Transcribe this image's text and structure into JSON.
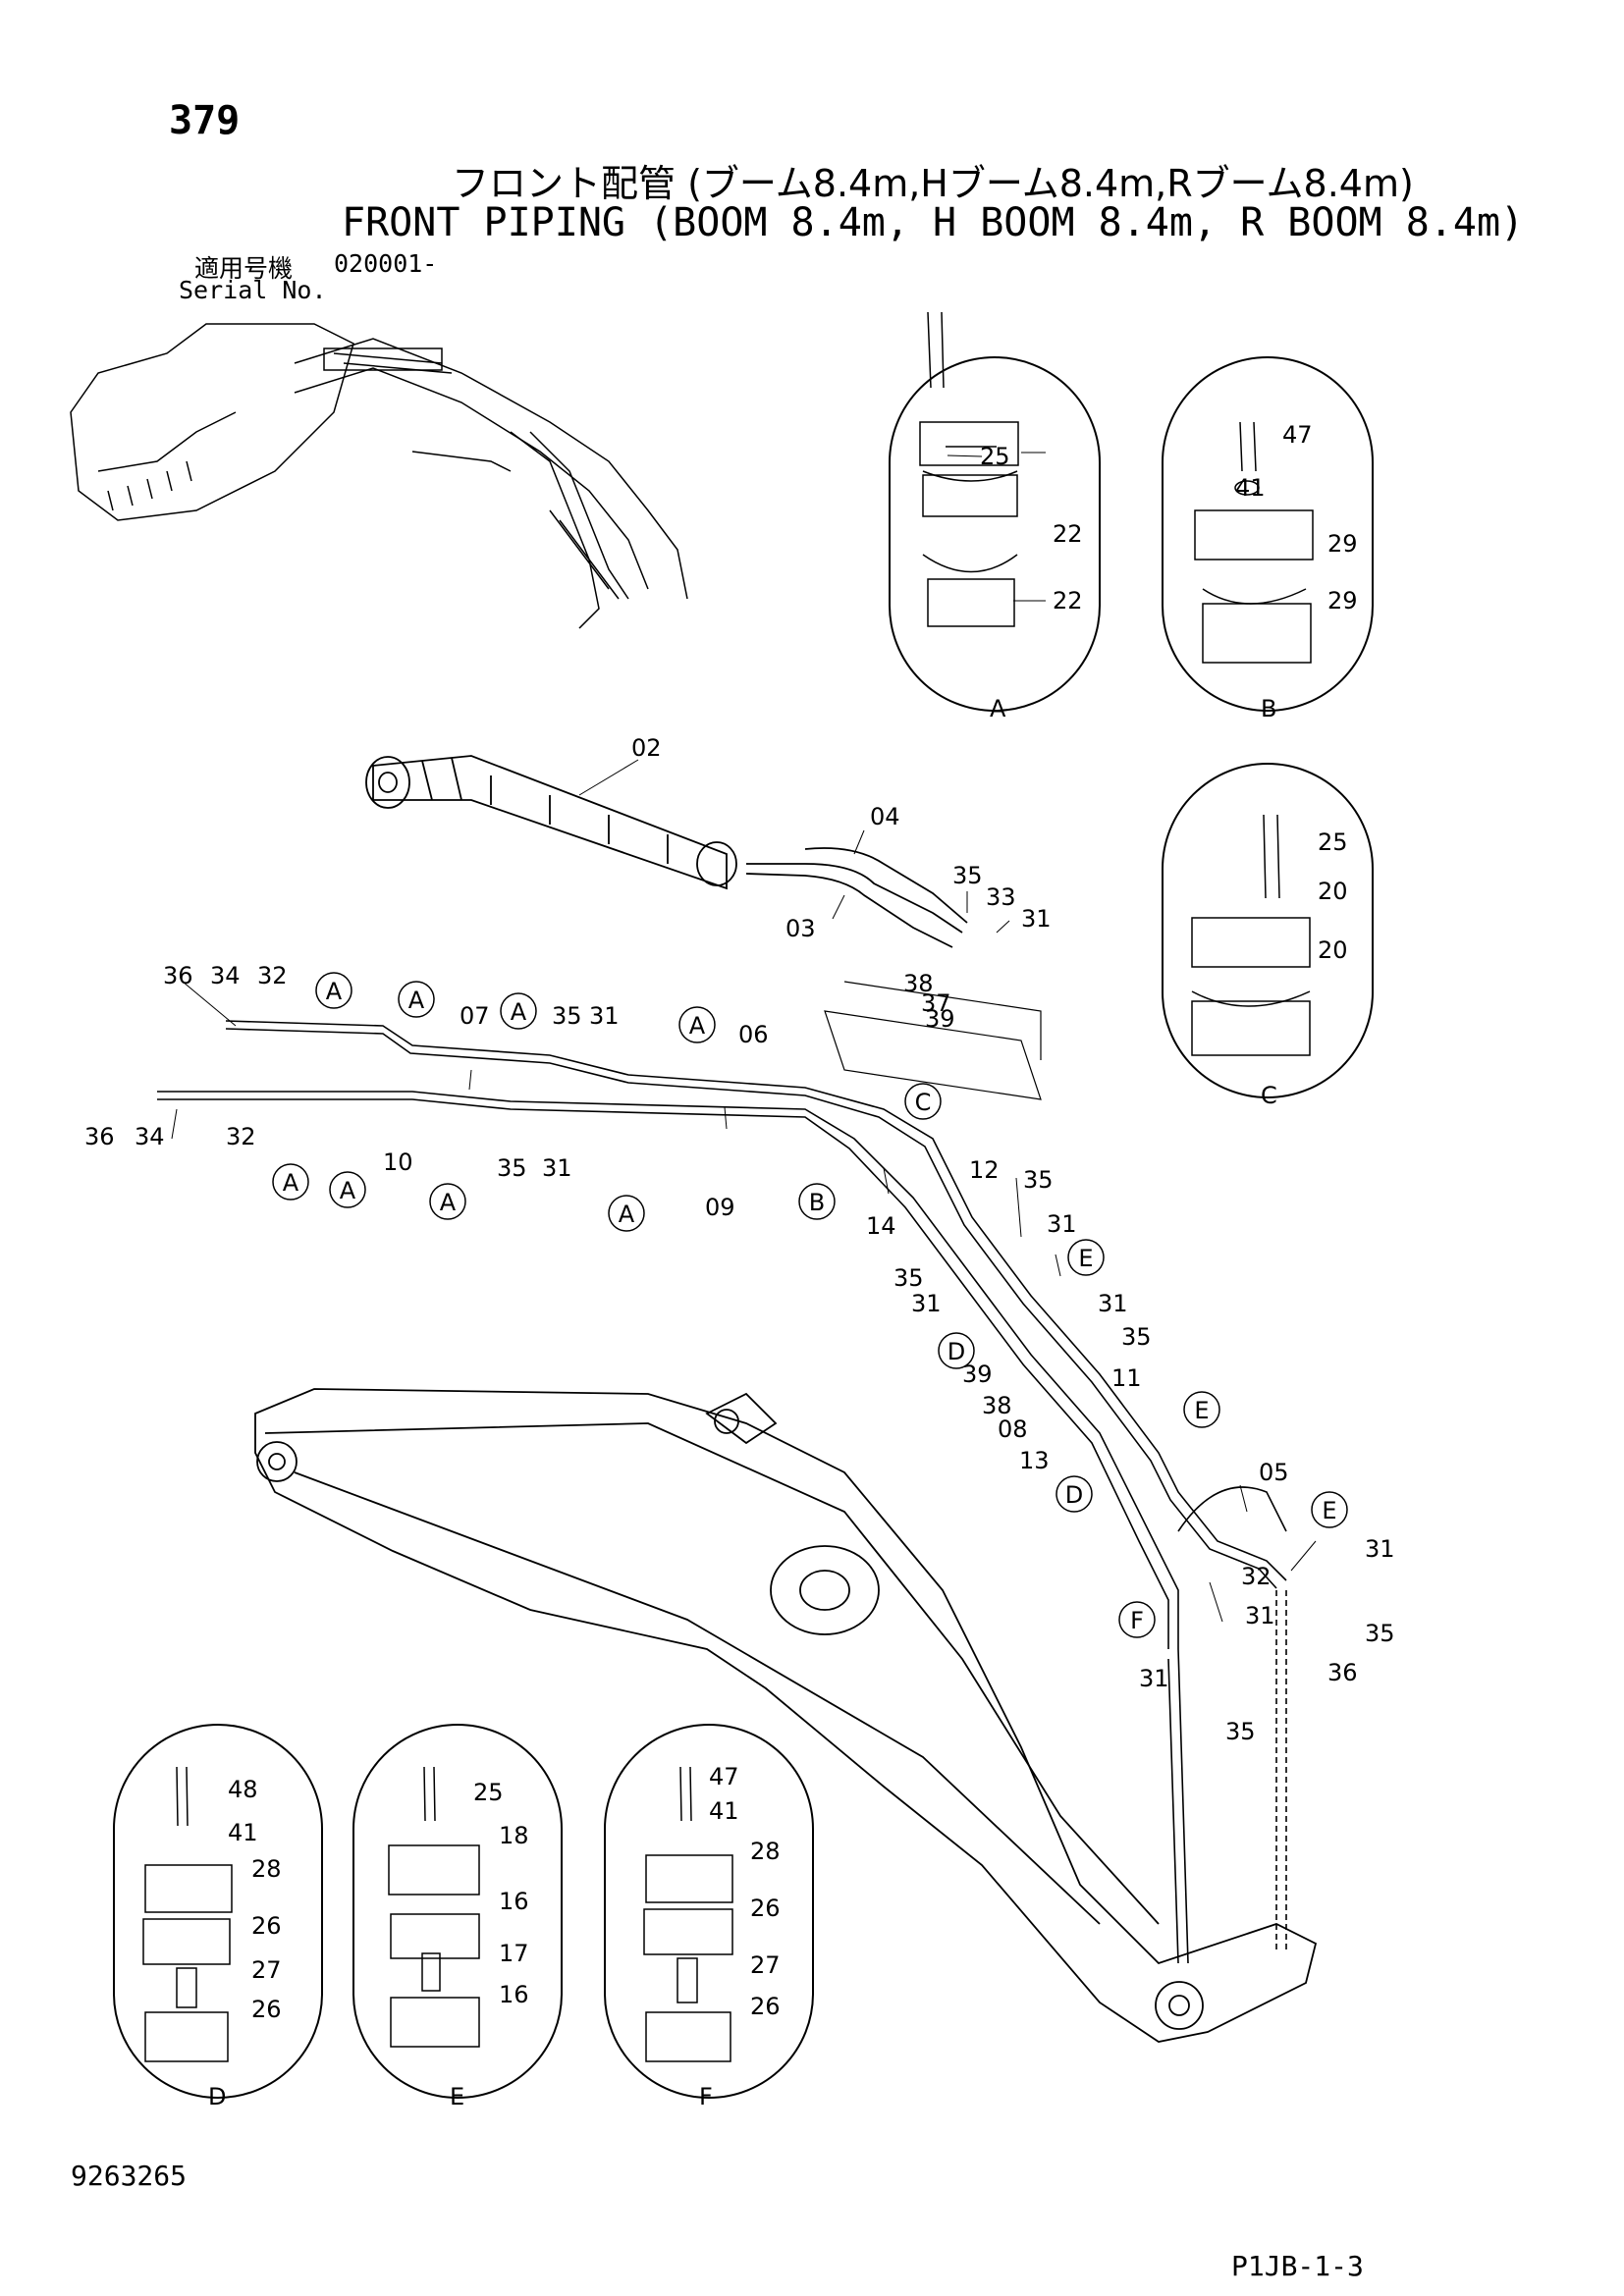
{
  "header": {
    "page_number": "379",
    "title_jp": "フロント配管 (ブーム8.4m,Hブーム8.4m,Rブーム8.4m)",
    "title_en": "FRONT PIPING (BOOM 8.4m, H BOOM 8.4m, R BOOM 8.4m)",
    "serial_label_jp": "適用号機",
    "serial_value": "020001-",
    "serial_label_en": "Serial No."
  },
  "footer": {
    "doc_number": "9263265",
    "page_code": "P1JB-1-3"
  },
  "details": {
    "A": {
      "label": "A",
      "parts": [
        "25",
        "22",
        "22"
      ]
    },
    "B": {
      "label": "B",
      "parts": [
        "47",
        "41",
        "29",
        "29"
      ]
    },
    "C": {
      "label": "C",
      "parts": [
        "25",
        "20",
        "20"
      ]
    },
    "D": {
      "label": "D",
      "parts": [
        "48",
        "41",
        "28",
        "26",
        "27",
        "26"
      ]
    },
    "E": {
      "label": "E",
      "parts": [
        "25",
        "18",
        "16",
        "17",
        "16"
      ]
    },
    "F": {
      "label": "F",
      "parts": [
        "47",
        "41",
        "28",
        "26",
        "27",
        "26"
      ]
    }
  },
  "main_callouts": {
    "p02": "02",
    "p03": "03",
    "p04": "04",
    "p05": "05",
    "p06": "06",
    "p07": "07",
    "p08": "08",
    "p09": "09",
    "p10": "10",
    "p11": "11",
    "p12": "12",
    "p13": "13",
    "p14": "14",
    "p31": "31",
    "p32": "32",
    "p33": "33",
    "p34": "34",
    "p35": "35",
    "p36": "36",
    "p37": "37",
    "p38": "38",
    "p39": "39"
  },
  "detail_refs": {
    "a": "A",
    "b": "B",
    "c": "C",
    "d": "D",
    "e": "E",
    "f": "F"
  }
}
